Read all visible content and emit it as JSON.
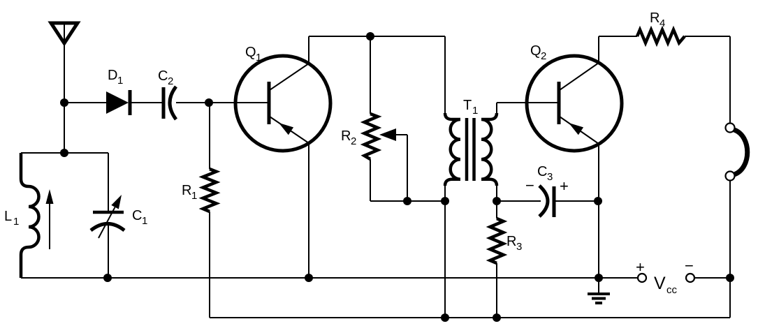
{
  "diagram": {
    "kind": "circuit-schematic",
    "description": "Two-transistor crystal radio receiver with RF detector stage, transformer-coupled audio amplifier stage, earphone output and battery supply",
    "background_color": "#ffffff",
    "line_color": "#000000"
  },
  "labels": {
    "d1": {
      "main": "D",
      "sub": "1"
    },
    "c2": {
      "main": "C",
      "sub": "2"
    },
    "q1": {
      "main": "Q",
      "sub": "1"
    },
    "l1": {
      "main": "L",
      "sub": "1"
    },
    "c1": {
      "main": "C",
      "sub": "1"
    },
    "r1": {
      "main": "R",
      "sub": "1"
    },
    "r2": {
      "main": "R",
      "sub": "2"
    },
    "t1": {
      "main": "T",
      "sub": "1"
    },
    "q2": {
      "main": "Q",
      "sub": "2"
    },
    "c3": {
      "main": "C",
      "sub": "3"
    },
    "r3": {
      "main": "R",
      "sub": "3"
    },
    "r4": {
      "main": "R",
      "sub": "4"
    },
    "vcc": {
      "main": "V",
      "sub": "cc"
    }
  },
  "polarity": {
    "c3_minus": "−",
    "c3_plus": "+",
    "vcc_plus": "+",
    "vcc_minus": "−"
  },
  "components": [
    {
      "designator": "",
      "type": "antenna"
    },
    {
      "designator": "D1",
      "type": "diode"
    },
    {
      "designator": "C2",
      "type": "capacitor"
    },
    {
      "designator": "L1",
      "type": "inductor-with-arrow"
    },
    {
      "designator": "C1",
      "type": "variable-capacitor"
    },
    {
      "designator": "Q1",
      "type": "pnp-transistor"
    },
    {
      "designator": "R1",
      "type": "resistor"
    },
    {
      "designator": "R2",
      "type": "potentiometer"
    },
    {
      "designator": "T1",
      "type": "transformer"
    },
    {
      "designator": "Q2",
      "type": "pnp-transistor"
    },
    {
      "designator": "C3",
      "type": "polarized-capacitor"
    },
    {
      "designator": "R3",
      "type": "resistor"
    },
    {
      "designator": "R4",
      "type": "resistor"
    },
    {
      "designator": "Vcc",
      "type": "supply-terminals"
    },
    {
      "designator": "",
      "type": "earphone"
    },
    {
      "designator": "",
      "type": "earth-ground"
    }
  ]
}
